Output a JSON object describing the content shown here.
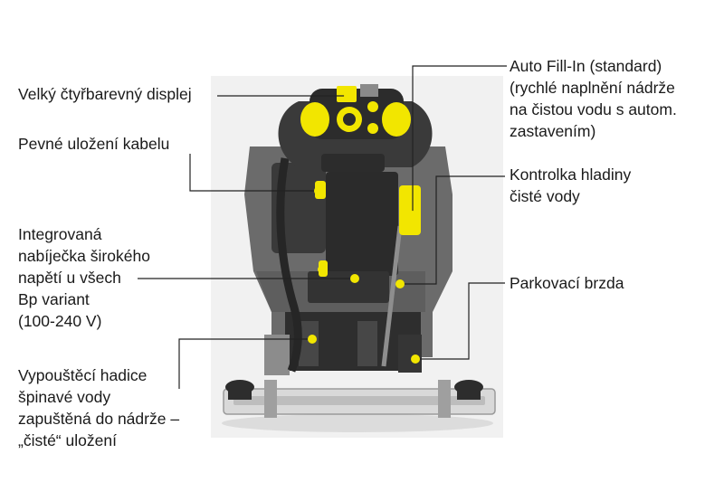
{
  "labels": {
    "display": [
      "Velký čtyřbarevný displej"
    ],
    "cable": [
      "Pevné uložení kabelu"
    ],
    "charger": [
      "Integrovaná",
      "nabíječka širokého",
      "napětí u všech",
      "Bp variant",
      "(100-240 V)"
    ],
    "hose": [
      "Vypouštěcí hadice",
      "špinavé vody",
      "zapuštěná do nádrže –",
      "„čisté“ uložení"
    ],
    "autofill": [
      "Auto Fill-In (standard)",
      "(rychlé naplnění nádrže",
      "na čistou vodu s autom.",
      "zastavením)"
    ],
    "level": [
      "Kontrolka hladiny",
      "čisté vody"
    ],
    "brake": [
      "Parkovací brzda"
    ]
  },
  "colors": {
    "accent_yellow": "#f2e600",
    "body_dark": "#3a3a3a",
    "body_mid": "#6b6b6b",
    "frame_light": "#d9d9d9",
    "leader_line": "#222222",
    "text": "#1a1a1a",
    "photo_bg": "#f1f1f1"
  }
}
